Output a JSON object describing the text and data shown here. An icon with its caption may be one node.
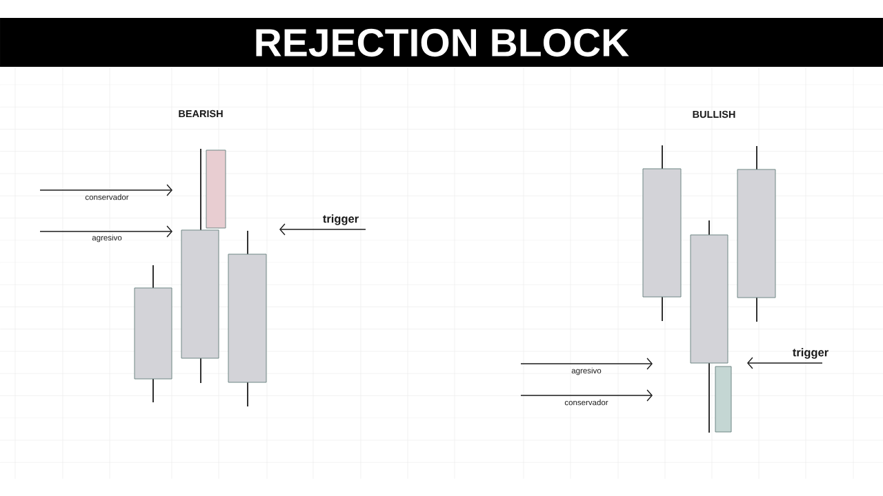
{
  "diagram": {
    "title": "REJECTION BLOCK",
    "nodes": [
      {
        "text": [],
        "shape": "candlestick"
      },
      {
        "text": [],
        "shape": "candlestick"
      },
      {
        "text": [],
        "shape": "candlestick"
      },
      {
        "text": [],
        "shape": "candlestick"
      },
      {
        "text": [],
        "shape": "candlestick"
      },
      {
        "text": [],
        "shape": "candlestick"
      },
      {
        "text": [],
        "shape": "candlestick"
      },
      {
        "text": [],
        "shape": "candlestick"
      }
    ],
    "labels": [
      "BEARISH",
      "conservador",
      "agresivo",
      "trigger",
      "BULLISH",
      "trigger",
      "agresivo",
      "conservador"
    ]
  }
}
